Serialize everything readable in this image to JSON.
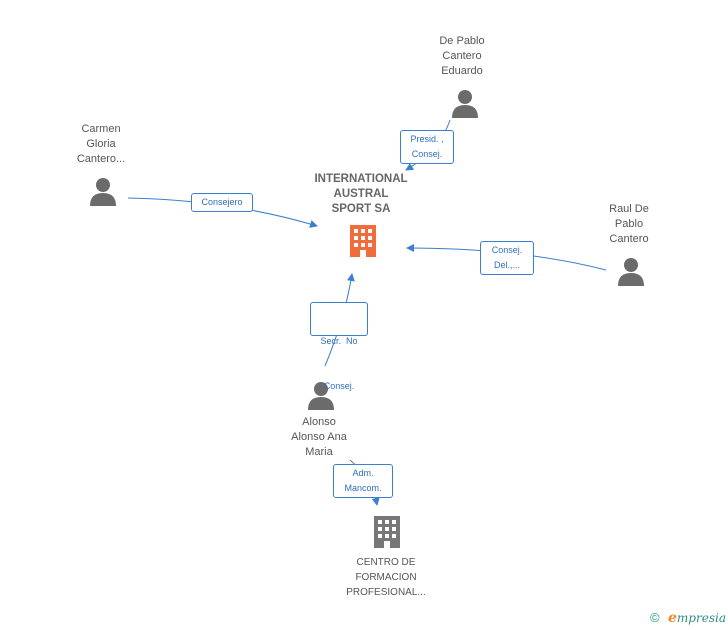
{
  "nodes": {
    "main_company": {
      "label_lines": [
        "INTERNATIONAL",
        "AUSTRAL",
        "SPORT SA"
      ],
      "icon": "building-icon",
      "color": "#f26b3a"
    },
    "de_pablo_cantero_eduardo": {
      "label_lines": [
        "De Pablo",
        "Cantero",
        "Eduardo"
      ],
      "icon": "person-icon"
    },
    "carmen_gloria": {
      "label_lines": [
        "Carmen",
        "Gloria",
        "Cantero..."
      ],
      "icon": "person-icon"
    },
    "raul_de_pablo_cantero": {
      "label_lines": [
        "Raul De",
        "Pablo",
        "Cantero"
      ],
      "icon": "person-icon"
    },
    "alonso_alonso_ana_maria": {
      "label_lines": [
        "Alonso",
        "Alonso Ana",
        "Maria"
      ],
      "icon": "person-icon"
    },
    "centro_formacion": {
      "label_lines": [
        "CENTRO DE",
        "FORMACION",
        "PROFESIONAL..."
      ],
      "icon": "building-icon",
      "color": "#777777"
    }
  },
  "relations": {
    "presid_consej": {
      "lines": [
        "Presid. ,",
        "Consej."
      ]
    },
    "consejero": {
      "lines": [
        "Consejero"
      ]
    },
    "consej_del": {
      "lines": [
        "Consej.",
        "Del.,..."
      ]
    },
    "secr_no_consej": {
      "lines": [
        "Secr.  No",
        "Consej."
      ]
    },
    "adm_mancom": {
      "lines": [
        "Adm.",
        "Mancom."
      ]
    }
  },
  "colors": {
    "edge": "#3a7fd0",
    "person": "#6b6b6b",
    "main_building": "#f26b3a",
    "other_building": "#777777"
  },
  "footer": {
    "copyright_symbol": "©",
    "brand_first": "e",
    "brand_rest": "mpresia"
  }
}
